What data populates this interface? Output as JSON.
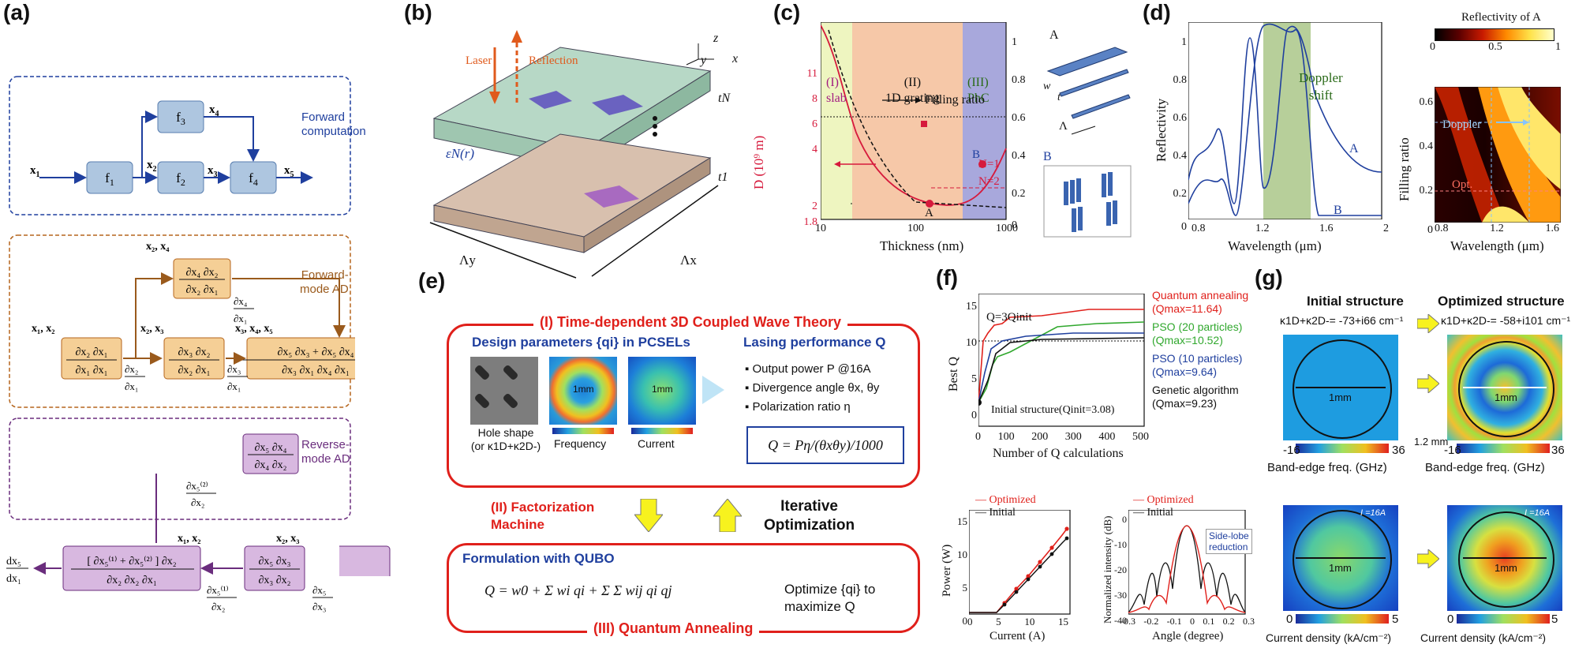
{
  "panels": {
    "a": {
      "label": "(a)",
      "forward_title": "Forward computation",
      "forward_title_l1": "Forward",
      "forward_title_l2": "computation",
      "fwd_ad_l1": "Forward-",
      "fwd_ad_l2": "mode AD",
      "rev_ad_l1": "Reverse-",
      "rev_ad_l2": "mode AD",
      "nodes": [
        "f1",
        "f2",
        "f3",
        "f4"
      ],
      "vars": [
        "x1",
        "x2",
        "x3",
        "x4",
        "x5"
      ]
    },
    "b": {
      "label": "(b)",
      "laser": "Laser",
      "reflection": "Reflection",
      "eps": "εN(r)",
      "tN": "tN",
      "t1": "t1",
      "lambda_x": "Λx",
      "lambda_y": "Λy",
      "axes": [
        "y",
        "z",
        "x"
      ]
    },
    "c": {
      "label": "(c)",
      "ylabel": "D (10⁹ m)",
      "xlabel": "Thickness (nm)",
      "region1_l1": "(I)",
      "region1_l2": "slab",
      "region2_l1": "(II)",
      "region2_l2": "1D grating",
      "region3_l1": "(III)",
      "region3_l2": "PhC",
      "filling_ratio": "Filling ratio",
      "n1": "N=1",
      "n2": "N=2",
      "pointA": "A",
      "pointB": "B",
      "yticks_left": [
        "11",
        "8",
        "6",
        "4",
        "2",
        "1.8"
      ],
      "yticks_right": [
        "1",
        "0.8",
        "0.6",
        "0.4",
        "0.2",
        "0"
      ],
      "xticks": [
        "10",
        "100",
        "1000"
      ],
      "struct_A": "A",
      "struct_B": "B",
      "struct_w": "w",
      "struct_t": "t",
      "struct_lambda": "Λ"
    },
    "d": {
      "label": "(d)",
      "ylabel": "Reflectivity",
      "xlabel": "Wavelength (μm)",
      "doppler_l1": "Doppler",
      "doppler_l2": "shift",
      "curveA": "A",
      "curveB": "B",
      "yticks": [
        "1",
        "0.8",
        "0.6",
        "0.4",
        "0.2",
        "0"
      ],
      "xticks": [
        "0.8",
        "1.2",
        "1.6",
        "2"
      ],
      "map_title": "Reflectivity of A",
      "cbar_ticks": [
        "0",
        "0.5",
        "1"
      ],
      "map_ylabel": "Filling ratio",
      "map_xlabel": "Wavelength (μm)",
      "map_yticks": [
        "0.6",
        "0.4",
        "0.2",
        "0"
      ],
      "map_xticks": [
        "0.8",
        "1.2",
        "1.6"
      ],
      "doppler": "Doppler",
      "opt": "Opt."
    },
    "e": {
      "label": "(e)",
      "theory_title": "(I) Time-dependent 3D Coupled Wave Theory",
      "design_params": "Design parameters {qi} in PCSELs",
      "lasing_perf": "Lasing performance Q",
      "bullets": [
        "Output power P @16A",
        "Divergence angle θx, θy",
        "Polarization ratio η"
      ],
      "hole_shape_l1": "Hole shape",
      "hole_shape_l2": "(or κ1D+κ2D-)",
      "freq": "Frequency",
      "current": "Current",
      "mm1": "1mm",
      "mm2": "1mm",
      "formula_q": "Q = Pη/(θxθy)/1000",
      "factorization_l1": "(II) Factorization",
      "factorization_l2": "Machine",
      "iterative_l1": "Iterative",
      "iterative_l2": "Optimization",
      "qubo_title": "Formulation with QUBO",
      "qubo_formula": "Q = w0 + Σ wi qi + Σ Σ wij qi qj",
      "optimize_l1": "Optimize {qi} to",
      "optimize_l2": "maximize Q",
      "annealing": "(III) Quantum Annealing"
    },
    "f": {
      "label": "(f)",
      "ylabel": "Best Q",
      "xlabel": "Number of Q calculations",
      "q3": "Q=3Qinit",
      "initial": "Initial structure(Qinit=3.08)",
      "legend": [
        {
          "l1": "Quantum annealing",
          "l2": "(Qmax=11.64)",
          "color": "#e0201b"
        },
        {
          "l1": "PSO (20 particles)",
          "l2": "(Qmax=10.52)",
          "color": "#31a82e"
        },
        {
          "l1": "PSO (10 particles)",
          "l2": "(Qmax=9.64)",
          "color": "#1f3f9e"
        },
        {
          "l1": "Genetic algorithm",
          "l2": "(Qmax=9.23)",
          "color": "#111111"
        }
      ],
      "yticks": [
        "15",
        "10",
        "5",
        "0"
      ],
      "xticks": [
        "0",
        "100",
        "200",
        "300",
        "400",
        "500"
      ],
      "power_ylabel": "Power (W)",
      "power_xlabel": "Current (A)",
      "power_yticks": [
        "15",
        "10",
        "5",
        "0"
      ],
      "power_xticks": [
        "0",
        "5",
        "10",
        "15"
      ],
      "optimized": "Optimized",
      "initial_legend": "Initial",
      "angle_ylabel": "Normalized intensity (dB)",
      "angle_xlabel": "Angle (degree)",
      "angle_xticks": [
        "-0.3",
        "-0.2",
        "-0.1",
        "0",
        "0.1",
        "0.2",
        "0.3"
      ],
      "angle_yticks": [
        "0",
        "-10",
        "-20",
        "-30",
        "-40"
      ],
      "sidelobe_l1": "Side-lobe",
      "sidelobe_l2": "reduction"
    },
    "g": {
      "label": "(g)",
      "initial_structure": "Initial structure",
      "optimized_structure": "Optimized structure",
      "kappa_init": "κ1D+κ2D-= -73+i66 cm⁻¹",
      "kappa_opt": "κ1D+κ2D-= -58+i101 cm⁻¹",
      "mm": "1mm",
      "mm12": "1.2 mm",
      "band_ticks_l": "-16",
      "band_ticks_r": "36",
      "band_label": "Band-edge freq. (GHz)",
      "i16": "I =16A",
      "cur_ticks_l": "0",
      "cur_ticks_r": "5",
      "cur_label": "Current density (kA/cm⁻²)"
    }
  }
}
